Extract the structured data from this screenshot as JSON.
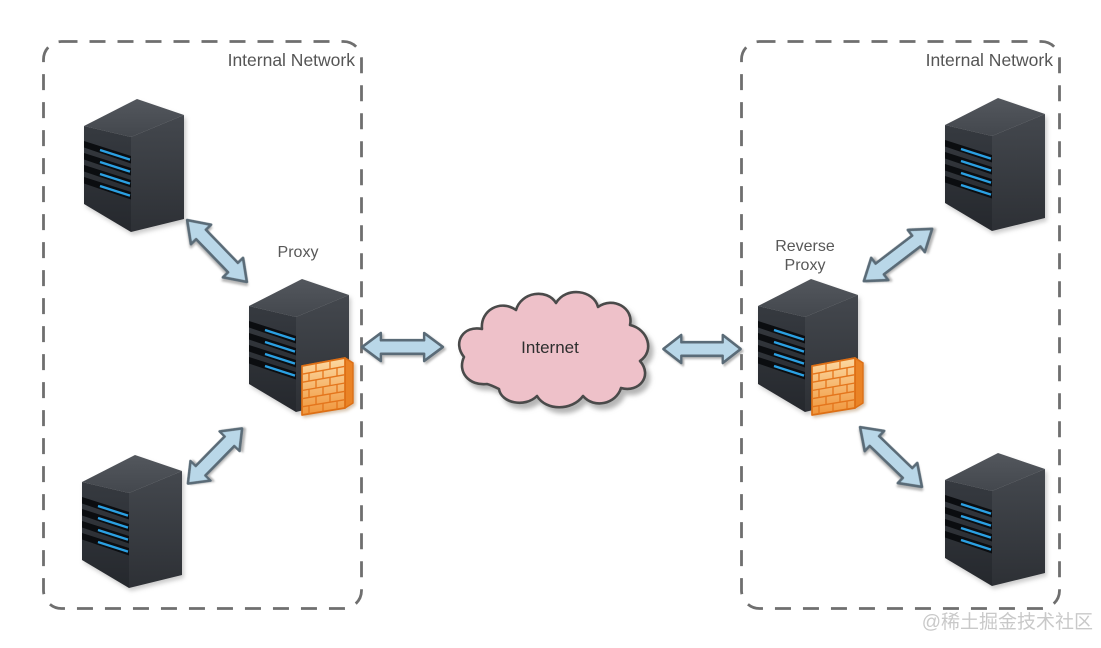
{
  "diagram": {
    "left_network": {
      "label": "Internal Network"
    },
    "right_network": {
      "label": "Internal Network"
    },
    "proxy": {
      "label": "Proxy"
    },
    "reverse_proxy": {
      "label_line1": "Reverse",
      "label_line2": "Proxy"
    },
    "internet": {
      "label": "Internet"
    },
    "watermark": "@稀土掘金技术社区",
    "icons": {
      "server": "server-tower-icon",
      "firewall": "firewall-brick-wall-icon",
      "arrow": "double-headed-arrow-icon",
      "cloud": "internet-cloud-icon"
    },
    "colors": {
      "arrow_fill": "#b9d7e8",
      "arrow_stroke": "#5a6b77",
      "cloud_fill": "#eec1c9",
      "cloud_stroke": "#4a4a4a",
      "box_dash": "#6f6f6f",
      "label_gray": "#585858",
      "server_body": "#33373d",
      "server_led": "#2ba0e2",
      "firewall_orange": "#e8751f",
      "watermark_gray": "#c9c9c9"
    }
  }
}
